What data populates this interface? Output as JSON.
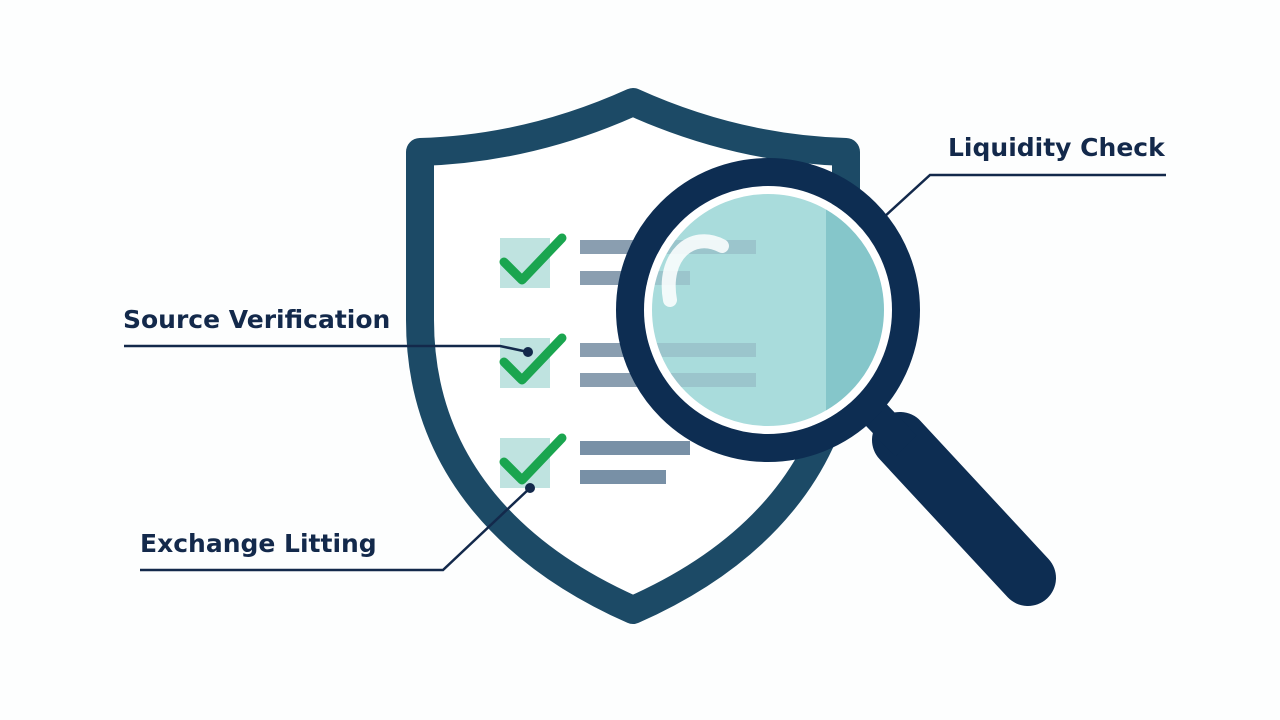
{
  "colors": {
    "navy": "#0d2d52",
    "shield_teal": "#1c4a66",
    "check_green": "#1aa54f",
    "checkbox_fill": "#bfe3e0",
    "line_gray": "#8a9eb0",
    "lens_fill": "#a9dcdc",
    "label_text": "#13294b"
  },
  "icons": {
    "shield": "shield-icon",
    "magnifier": "magnifying-glass-icon",
    "check": "checkmark-icon"
  },
  "checklist": {
    "items": [
      {
        "checked": true
      },
      {
        "checked": true
      },
      {
        "checked": true
      }
    ]
  },
  "callouts": {
    "liquidity_check": "Liquidity Check",
    "source_verification": "Source Verification",
    "exchange_listing": "Exchange Litting"
  }
}
